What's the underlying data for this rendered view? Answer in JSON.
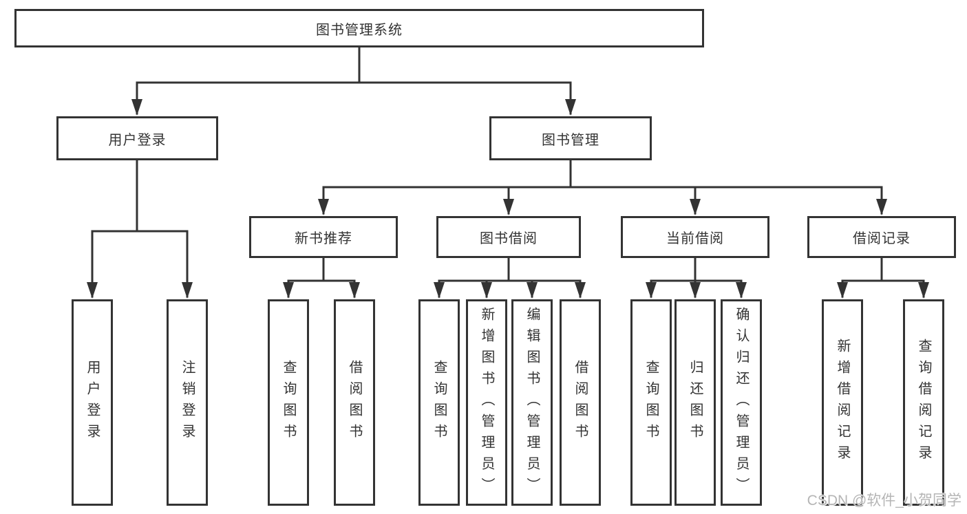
{
  "tree": {
    "root": {
      "label": "图书管理系统"
    },
    "branches": [
      {
        "label": "用户登录",
        "children": [
          {
            "label": "用户登录"
          },
          {
            "label": "注销登录"
          }
        ]
      },
      {
        "label": "图书管理",
        "children": [
          {
            "label": "新书推荐",
            "children": [
              {
                "label": "查询图书"
              },
              {
                "label": "借阅图书"
              }
            ]
          },
          {
            "label": "图书借阅",
            "children": [
              {
                "label": "查询图书"
              },
              {
                "label": "新增图书（管理员）"
              },
              {
                "label": "编辑图书（管理员）"
              },
              {
                "label": "借阅图书"
              }
            ]
          },
          {
            "label": "当前借阅",
            "children": [
              {
                "label": "查询图书"
              },
              {
                "label": "归还图书"
              },
              {
                "label": "确认归还（管理员）"
              }
            ]
          },
          {
            "label": "借阅记录",
            "children": [
              {
                "label": "新增借阅记录"
              },
              {
                "label": "查询借阅记录"
              }
            ]
          }
        ]
      }
    ]
  },
  "watermark": {
    "text": "CSDN @软件_小贺同学"
  },
  "colors": {
    "line": "#333333",
    "text": "#333333",
    "box_background": "#ffffff",
    "watermark": "#b5b5b5"
  }
}
